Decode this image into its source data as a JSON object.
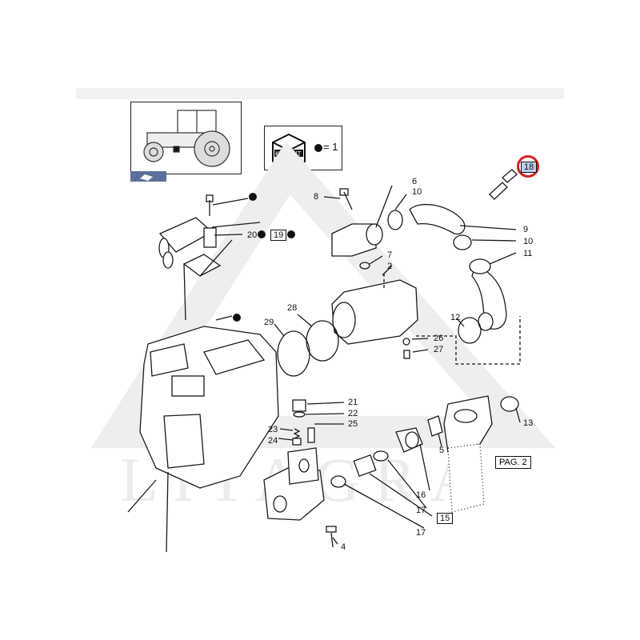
{
  "legend": {
    "kit_text": "KIT",
    "equals_text": "= 1"
  },
  "page_ref": "PAG. 2",
  "watermark": "LITAGRA",
  "colors": {
    "highlight": "#d42020",
    "tab": "#5b6f9a",
    "selected_bg": "#bcd0f0"
  },
  "icons": {
    "inset": "tractor-icon",
    "tab": "book-icon",
    "kit": "kit-box-icon"
  },
  "callouts": {
    "c8": "8",
    "c6": "6",
    "c10a": "10",
    "c9": "9",
    "c10b": "10",
    "c11": "11",
    "c7": "7",
    "c2": "2",
    "c20": "20",
    "c19": "19",
    "c18": "18",
    "c28": "28",
    "c29": "29",
    "c12": "12",
    "c26": "26",
    "c27": "27",
    "c21": "21",
    "c22": "22",
    "c23": "23",
    "c25": "25",
    "c24": "24",
    "c13": "13",
    "c5": "5",
    "c16": "16",
    "c17a": "17",
    "c15": "15",
    "c17b": "17",
    "c4": "4"
  }
}
